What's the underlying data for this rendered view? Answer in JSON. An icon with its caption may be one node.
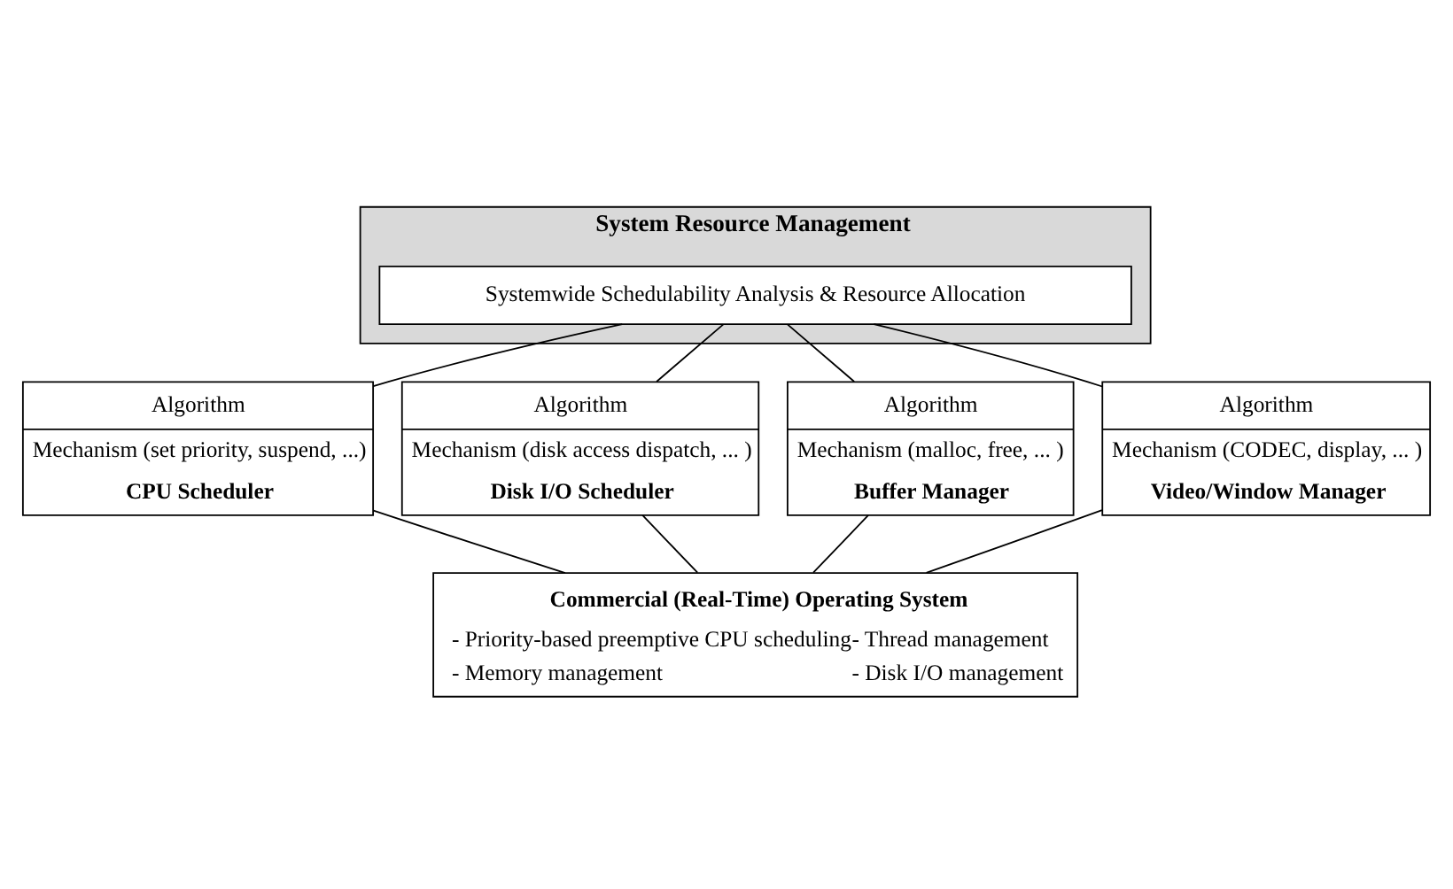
{
  "diagram": {
    "nodes": [
      {
        "text": [
          "System Resource Management"
        ]
      },
      {
        "text": [
          "Systemwide Schedulability Analysis & Resource Allocation"
        ],
        "in": 0
      },
      {
        "text": [
          "Algorithm",
          "Mechanism (set priority, suspend, ...)",
          "CPU Scheduler"
        ]
      },
      {
        "text": [
          "Algorithm",
          "Mechanism (disk access dispatch, ... )",
          "Disk I/O Scheduler"
        ]
      },
      {
        "text": [
          "Algorithm",
          "Mechanism (malloc, free, ... )",
          "Buffer Manager"
        ]
      },
      {
        "text": [
          "Algorithm",
          "Mechanism (CODEC, display, ... )",
          "Video/Window Manager"
        ]
      },
      {
        "text": [
          "Commercial (Real-Time) Operating System",
          "- Priority-based preemptive CPU scheduling",
          "- Thread management",
          "- Memory management",
          "- Disk I/O management"
        ]
      }
    ],
    "edges": [
      {
        "from": 1,
        "to": 2,
        "arrow": "none"
      },
      {
        "from": 1,
        "to": 3,
        "arrow": "none"
      },
      {
        "from": 1,
        "to": 4,
        "arrow": "none"
      },
      {
        "from": 1,
        "to": 5,
        "arrow": "none"
      },
      {
        "from": 2,
        "to": 6,
        "arrow": "none"
      },
      {
        "from": 3,
        "to": 6,
        "arrow": "none"
      },
      {
        "from": 4,
        "to": 6,
        "arrow": "none"
      },
      {
        "from": 5,
        "to": 6,
        "arrow": "none"
      }
    ]
  }
}
